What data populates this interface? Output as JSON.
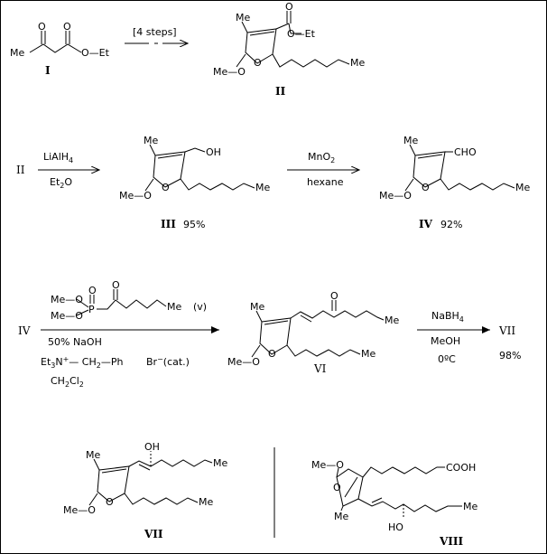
{
  "stage1": {
    "start_ketone": "O",
    "start_me": "Me",
    "start_ester_o": "O",
    "start_oet": "O—Et",
    "start_label": "I",
    "arrow_label": "[4 steps]",
    "product_me": "Me",
    "product_carbonyl_o": "O",
    "product_oet": "O—Et",
    "product_ring_o": "O",
    "product_meo": "Me—O",
    "product_chain_me": "Me",
    "product_label": "II"
  },
  "stage2": {
    "reactant": "II",
    "reagent_top_main": "LiAlH",
    "reagent_top_sub": "4",
    "reagent_bottom_main": "Et",
    "reagent_bottom_sub": "2",
    "reagent_bottom_end": "O",
    "product_me": "Me",
    "product_oh": "OH",
    "product_ring_o": "O",
    "product_meo": "Me—O",
    "product_chain_me": "Me",
    "product_label": "III",
    "product_yield": "95%"
  },
  "stage3": {
    "reagent_top_main": "MnO",
    "reagent_top_sub": "2",
    "reagent_bottom": "hexane",
    "product_me": "Me",
    "product_cho": "CHO",
    "product_ring_o": "O",
    "product_meo": "Me—O",
    "product_chain_me": "Me",
    "product_label": "IV",
    "product_yield": "92%"
  },
  "stage4": {
    "reactant": "IV",
    "phos_meo1": "Me—O",
    "phos_meo2": "Me—O",
    "phos_p": "P",
    "phos_po": "O",
    "phos_co": "O",
    "phos_me": "Me",
    "phos_tag": "(v)",
    "cond_naoh": "50% NaOH",
    "cond_cat_pre": "Et",
    "cond_cat_sub": "3",
    "cond_cat_n": "N",
    "cond_cat_plus": "+",
    "cond_cat_mid": "— CH",
    "cond_cat_sub2": "2",
    "cond_cat_ph": "—Ph",
    "cond_br": "Br",
    "cond_br_minus": "−",
    "cond_br_cat": "(cat.)",
    "cond_solvent_main": "CH",
    "cond_solvent_sub1": "2",
    "cond_solvent_cl": "Cl",
    "cond_solvent_sub2": "2",
    "product_me": "Me",
    "product_keto_o": "O",
    "product_chain1_me": "Me",
    "product_ring_o": "O",
    "product_meo": "Me—O",
    "product_chain2_me": "Me",
    "product_label": "VI"
  },
  "stage5": {
    "reagent_top_main": "NaBH",
    "reagent_top_sub": "4",
    "reagent_mid": "MeOH",
    "reagent_bottom": "0ºC",
    "product_label": "VII",
    "product_yield": "98%"
  },
  "final_vii": {
    "oh": "OH",
    "me": "Me",
    "chain1_me": "Me",
    "ring_o": "O",
    "meo": "Me—O",
    "chain2_me": "Me",
    "label": "VII"
  },
  "final_viii": {
    "meo": "Me—O",
    "cooh": "COOH",
    "ring_o": "O",
    "me_ring": "Me",
    "chain_me": "Me",
    "ho": "HO",
    "label": "VIII"
  }
}
